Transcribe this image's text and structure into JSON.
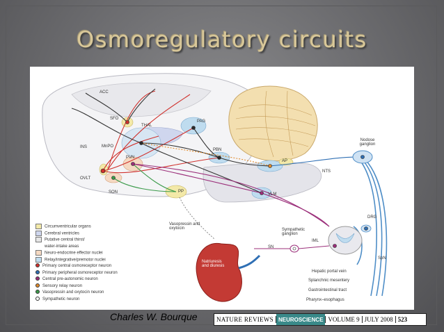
{
  "title": "Osmoregulatory circuits",
  "credit": "Charles W. Bourque",
  "journal": {
    "name": "NATURE REVIEWS",
    "section": "NEUROSCIENCE",
    "volume": "VOLUME 9",
    "date": "JULY 2008",
    "page": "523"
  },
  "labels": {
    "acc": "ACC",
    "sfo": "SFO",
    "thal": "THAL",
    "pag": "PAG",
    "ins": "INS",
    "mnpo": "MnPO",
    "pbn": "PBN",
    "pvn": "PVN",
    "ap": "AP",
    "nts": "NTS",
    "ovlt": "OVLT",
    "son": "SON",
    "pp": "PP",
    "vlm": "VLM",
    "nodose": "Nodose ganglion",
    "drg": "DRG",
    "spn": "SpN",
    "iml": "IML",
    "sn": "SN",
    "symp_ganglion": "Sympathetic ganglion",
    "vasopressin": "Vasopressin and oxytocin",
    "natriuresis": "Natriuresis and diuresis",
    "hepatic": "Hepatic portal vein",
    "splanchnic": "Splanchnic mesentery",
    "gi": "Gastrointestinal tract",
    "pharynx": "Pharynx–esophagus"
  },
  "legend": [
    {
      "label": "Circumventricular organs",
      "kind": "swatch",
      "color": "#f3e9a8"
    },
    {
      "label": "Cerebral ventricles",
      "kind": "swatch",
      "color": "#cfd6ee"
    },
    {
      "label": "Putative central thirst/",
      "kind": "swatch",
      "color": "#e6e6e6"
    },
    {
      "label": "water-intake areas",
      "kind": "text",
      "color": ""
    },
    {
      "label": "Neuro-endocrine effector nuclei",
      "kind": "swatch",
      "color": "#f5d9c2"
    },
    {
      "label": "Relay/integrative/premotor nuclei",
      "kind": "swatch",
      "color": "#bfdcef"
    },
    {
      "label": "Primary central osmoreceptor neuron",
      "kind": "dot",
      "color": "#d0312d"
    },
    {
      "label": "Primary peripheral osmoreceptor neuron",
      "kind": "dot",
      "color": "#2f6fb4"
    },
    {
      "label": "Central pre-autonomic neuron",
      "kind": "dot",
      "color": "#9b2f7a"
    },
    {
      "label": "Sensory relay neuron",
      "kind": "dot",
      "color": "#e08a2b"
    },
    {
      "label": "Vasopressin and oxytocin neuron",
      "kind": "dot",
      "color": "#3b9a4a"
    },
    {
      "label": "Sympathetic neuron",
      "kind": "dot",
      "color": "#ffffff"
    }
  ]
}
